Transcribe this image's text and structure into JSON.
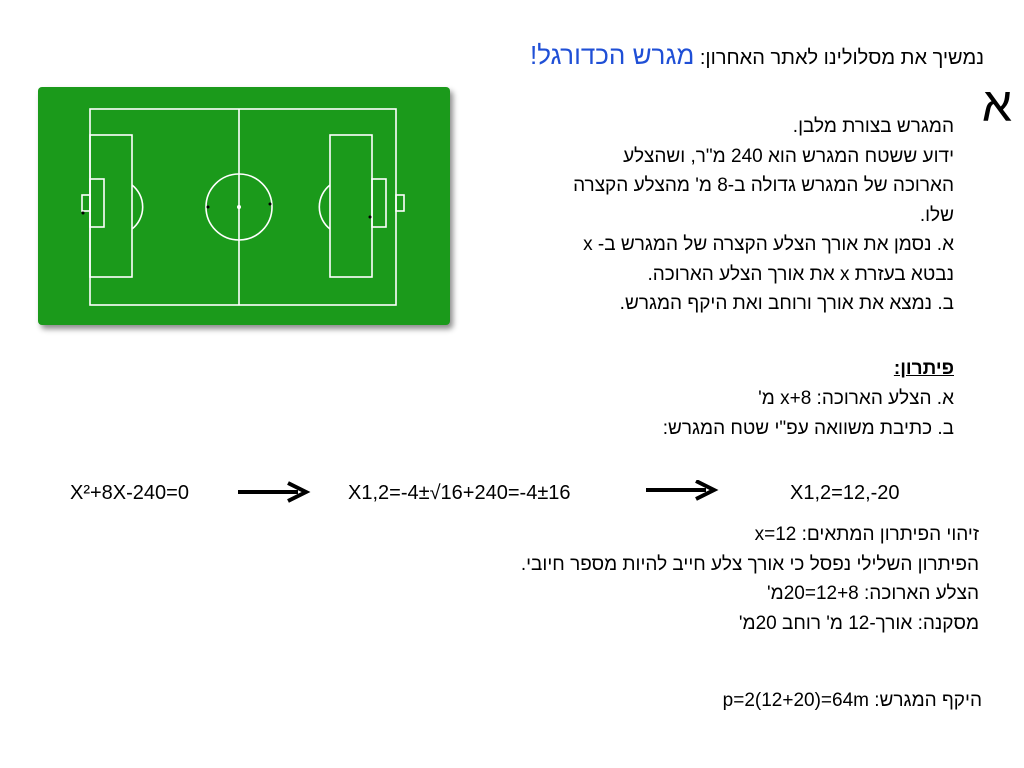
{
  "title": {
    "prefix": "נמשיך את מסלולינו לאתר האחרון:",
    "highlight": "מגרש הכדורגל!"
  },
  "section_letter": "א",
  "problem": {
    "lines": [
      "המגרש בצורת מלבן.",
      "ידוע ששטח המגרש הוא 240 מ\"ר, ושהצלע",
      "הארוכה של המגרש גדולה ב-8 מ' מהצלע הקצרה",
      "שלו.",
      "א. נסמן את אורך הצלע הקצרה של המגרש ב- x",
      "נבטא בעזרת x את אורך הצלע הארוכה.",
      "ב. נמצא את אורך ורוחב ואת היקף המגרש."
    ]
  },
  "solution": {
    "title": "פיתרון:",
    "a": "א. הצלע הארוכה: x+8 מ'",
    "b": "ב. כתיבת משוואה עפ\"י שטח המגרש:"
  },
  "equations": {
    "eq1": "X²+8X-240=0",
    "eq2": "X1,2=-4±√16+240=-4±16",
    "eq3": "X1,2=12,-20"
  },
  "conclusion": {
    "lines": [
      "זיהוי הפיתרון המתאים: x=12",
      "הפיתרון השלילי נפסל כי אורך צלע חייב להיות מספר חיובי.",
      "הצלע הארוכה: 12+8=20מ'",
      "מסקנה: אורך-12 מ' רוחב 20מ'"
    ]
  },
  "perimeter": "היקף המגרש: p=2(12+20)=64m",
  "colors": {
    "highlight": "#1f4fd6",
    "field_green": "#1b9a1b",
    "field_lines": "#ffffff"
  },
  "icons": {
    "field_image": "soccer-field-image",
    "arrow": "right-arrow-icon"
  }
}
